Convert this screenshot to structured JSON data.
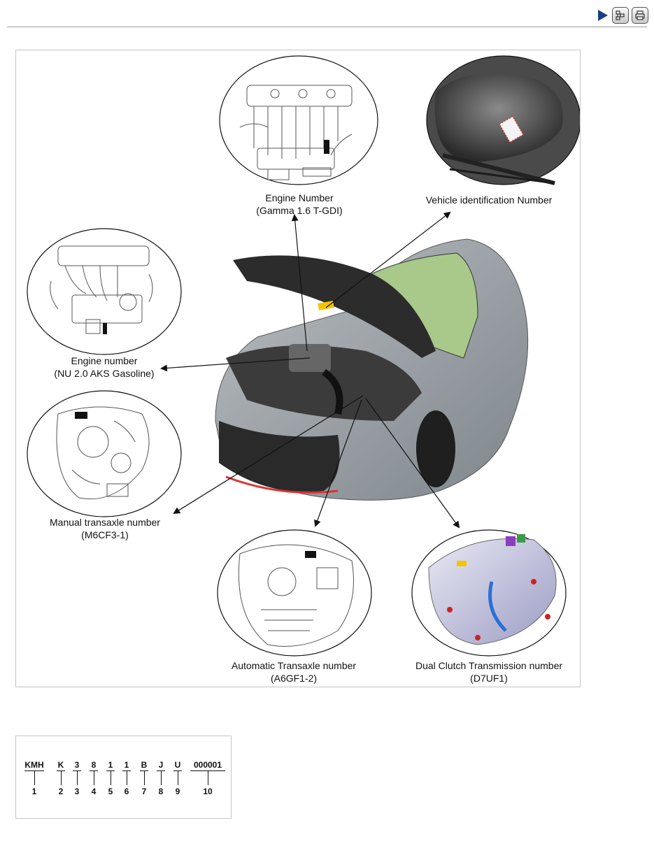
{
  "labels": {
    "engine_gamma": [
      "Engine Number",
      "(Gamma 1.6 T-GDI)"
    ],
    "vin": [
      "Vehicle identification Number"
    ],
    "engine_nu": [
      "Engine number",
      "(NU 2.0 AKS Gasoline)"
    ],
    "manual_transaxle": [
      "Manual transaxle number",
      "(M6CF3-1)"
    ],
    "automatic_transaxle": [
      "Automatic Transaxle number",
      "(A6GF1-2)"
    ],
    "dct": [
      "Dual Clutch Transmission number",
      "(D7UF1)"
    ]
  },
  "vin_code": {
    "chars": [
      "KMH",
      "K",
      "3",
      "8",
      "1",
      "1",
      "B",
      "J",
      "U",
      "000001"
    ],
    "positions": [
      "1",
      "2",
      "3",
      "4",
      "5",
      "6",
      "7",
      "8",
      "9",
      "10"
    ]
  },
  "icons": {
    "play": "play-icon",
    "outline": "outline-icon",
    "print": "print-icon"
  },
  "colors": {
    "windshield": "#a8c98a",
    "car_body": "#9aa0a5",
    "hood_underside": "#2c2c2c",
    "id_marker": "#f5c400",
    "toolbar_arrow": "#1a3e8c"
  }
}
